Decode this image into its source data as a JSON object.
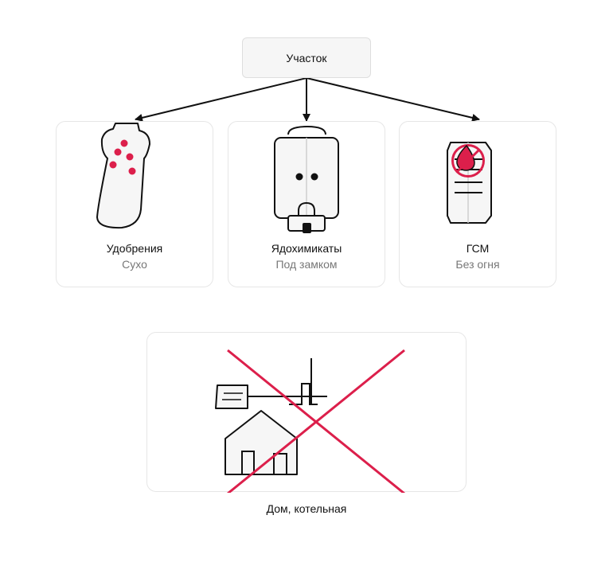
{
  "diagram": {
    "root": {
      "label": "Участок"
    },
    "cards": [
      {
        "title": "Удобрения",
        "subtitle": "Сухо",
        "icon": "fertilizer-bag-icon"
      },
      {
        "title": "Ядохимикаты",
        "subtitle": "Под замком",
        "icon": "locked-cabinet-icon"
      },
      {
        "title": "ГСМ",
        "subtitle": "Без огня",
        "icon": "fuel-canister-no-fire-icon"
      }
    ],
    "forbidden": {
      "caption": "Дом, котельная",
      "icon": "house-boiler-crossed-icon"
    },
    "colors": {
      "accent": "#dc1f4b",
      "stroke": "#111111",
      "border": "#e6e6e6",
      "fill": "#f6f6f6"
    }
  }
}
